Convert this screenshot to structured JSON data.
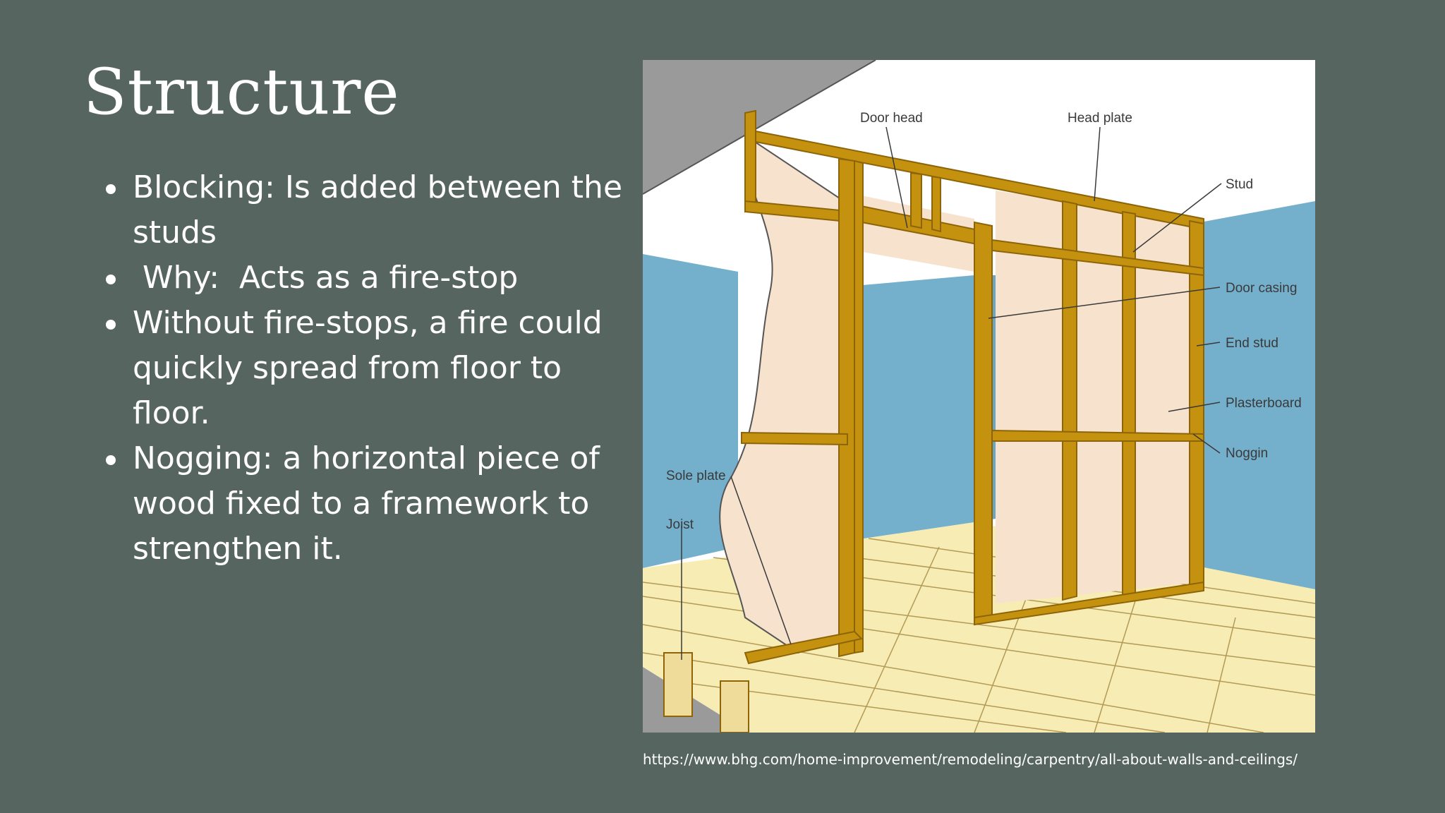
{
  "slide": {
    "title": "Structure",
    "bullets": [
      "Blocking: Is added between the studs",
      " Why:  Acts as a fire-stop",
      " Without fire-stops, a fire could quickly spread from floor to floor.",
      "Nogging: a horizontal piece of wood fixed to a framework to strengthen it."
    ],
    "source_url": "https://www.bhg.com/home-improvement/remodeling/carpentry/all-about-walls-and-ceilings/"
  },
  "diagram": {
    "labels": {
      "door_head": "Door head",
      "head_plate": "Head plate",
      "stud": "Stud",
      "door_casing": "Door casing",
      "end_stud": "End stud",
      "plasterboard": "Plasterboard",
      "noggin": "Noggin",
      "sole_plate": "Sole plate",
      "joist": "Joist"
    },
    "colors": {
      "background": "#56655f",
      "wall_blue": "#74b0cc",
      "timber": "#c4920f",
      "timber_dark": "#8d6508",
      "plasterboard": "#f6e2cd",
      "floor": "#f7ecb4",
      "ceiling_grey": "#9a9a9a"
    }
  }
}
